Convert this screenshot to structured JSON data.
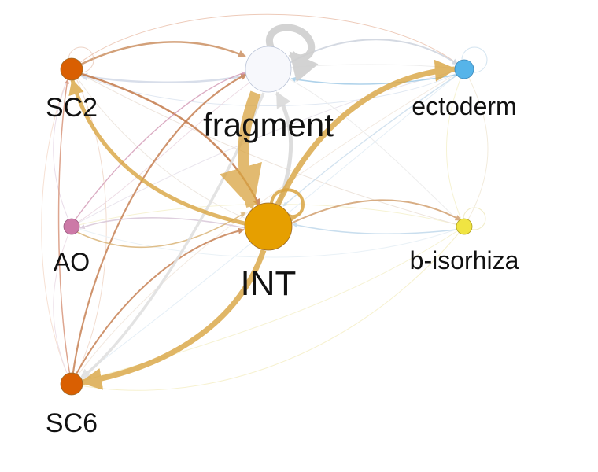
{
  "nodes": [
    {
      "id": "SC2",
      "label": "SC2",
      "color": "#d95f02"
    },
    {
      "id": "fragment",
      "label": "fragment",
      "color": "#f7f8fc"
    },
    {
      "id": "ectoderm",
      "label": "ectoderm",
      "color": "#56b4e9"
    },
    {
      "id": "AO",
      "label": "AO",
      "color": "#cc79a7"
    },
    {
      "id": "INT",
      "label": "INT",
      "color": "#e69f00"
    },
    {
      "id": "b-isorhiza",
      "label": "b-isorhiza",
      "color": "#f0e442"
    },
    {
      "id": "SC6",
      "label": "SC6",
      "color": "#d95f02"
    }
  ]
}
